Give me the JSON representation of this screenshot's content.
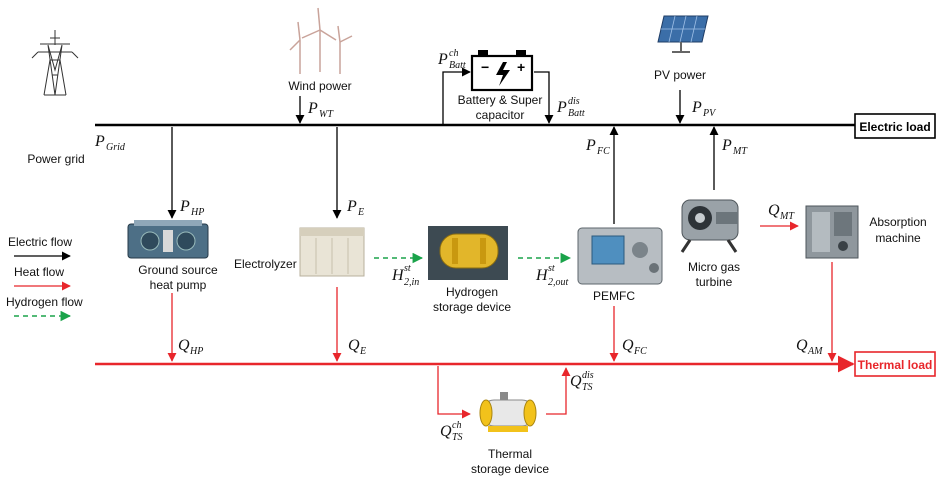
{
  "labels": {
    "power_grid": "Power grid",
    "wind_power": "Wind power",
    "battery_l1": "Battery & Super",
    "battery_l2": "capacitor",
    "pv_power": "PV power",
    "electric_load": "Electric load",
    "thermal_load": "Thermal load",
    "gshp_l1": "Ground source",
    "gshp_l2": "heat pump",
    "electrolyzer": "Electrolyzer",
    "h2store_l1": "Hydrogen",
    "h2store_l2": "storage device",
    "pemfc": "PEMFC",
    "mgt_l1": "Micro gas",
    "mgt_l2": "turbine",
    "absorb_l1": "Absorption",
    "absorb_l2": "machine",
    "tsd_l1": "Thermal",
    "tsd_l2": "storage device"
  },
  "legend": {
    "electric": "Electric flow",
    "heat": "Heat flow",
    "hydrogen": "Hydrogen flow"
  },
  "vars": {
    "p": "P",
    "q": "Q",
    "h": "H",
    "grid": "Grid",
    "wt": "WT",
    "hp": "HP",
    "e": "E",
    "fc": "FC",
    "mt": "MT",
    "pv": "PV",
    "batt": "Batt",
    "am": "AM",
    "ts": "TS",
    "ch": "ch",
    "dis": "dis",
    "st": "st",
    "in": "2,in",
    "out": "2,out"
  },
  "colors": {
    "electric": "#000000",
    "heat": "#e8262b",
    "hydrogen": "#1aa34a",
    "thermal_text": "#e8262b"
  }
}
